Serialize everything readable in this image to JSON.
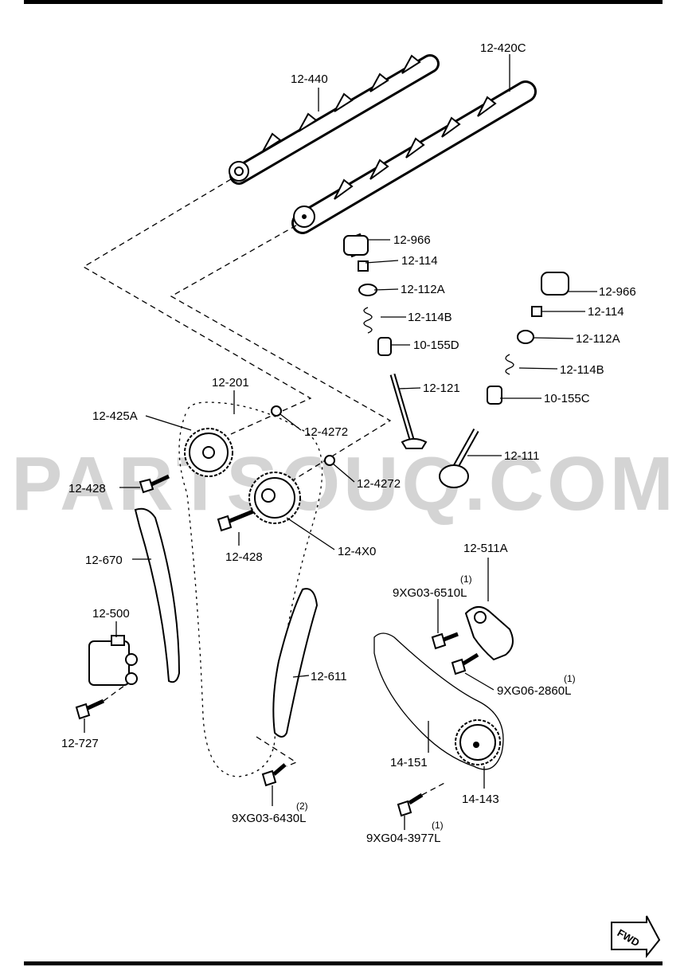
{
  "watermark": "PARTSOUQ.COM",
  "fwd_label": "FWD",
  "parts": [
    {
      "id": "p01",
      "code": "12-440"
    },
    {
      "id": "p02",
      "code": "12-420C"
    },
    {
      "id": "p03",
      "code": "12-966"
    },
    {
      "id": "p04",
      "code": "12-114"
    },
    {
      "id": "p05",
      "code": "12-112A"
    },
    {
      "id": "p06",
      "code": "12-114B"
    },
    {
      "id": "p07",
      "code": "10-155D"
    },
    {
      "id": "p08",
      "code": "12-966"
    },
    {
      "id": "p09",
      "code": "12-114"
    },
    {
      "id": "p10",
      "code": "12-112A"
    },
    {
      "id": "p11",
      "code": "12-114B"
    },
    {
      "id": "p12",
      "code": "10-155C"
    },
    {
      "id": "p13",
      "code": "12-121"
    },
    {
      "id": "p14",
      "code": "12-111"
    },
    {
      "id": "p15",
      "code": "12-201"
    },
    {
      "id": "p16",
      "code": "12-425A"
    },
    {
      "id": "p17",
      "code": "12-4272"
    },
    {
      "id": "p18",
      "code": "12-4272"
    },
    {
      "id": "p19",
      "code": "12-428"
    },
    {
      "id": "p20",
      "code": "12-428"
    },
    {
      "id": "p21",
      "code": "12-4X0"
    },
    {
      "id": "p22",
      "code": "12-670"
    },
    {
      "id": "p23",
      "code": "12-500"
    },
    {
      "id": "p24",
      "code": "12-727"
    },
    {
      "id": "p25",
      "code": "12-611"
    },
    {
      "id": "p26",
      "code": "9XG03-6430L",
      "qty": "(2)"
    },
    {
      "id": "p27",
      "code": "12-511A"
    },
    {
      "id": "p28",
      "code": "9XG03-6510L",
      "qty": "(1)"
    },
    {
      "id": "p29",
      "code": "9XG06-2860L",
      "qty": "(1)"
    },
    {
      "id": "p30",
      "code": "14-151"
    },
    {
      "id": "p31",
      "code": "14-143"
    },
    {
      "id": "p32",
      "code": "9XG04-3977L",
      "qty": "(1)"
    }
  ]
}
